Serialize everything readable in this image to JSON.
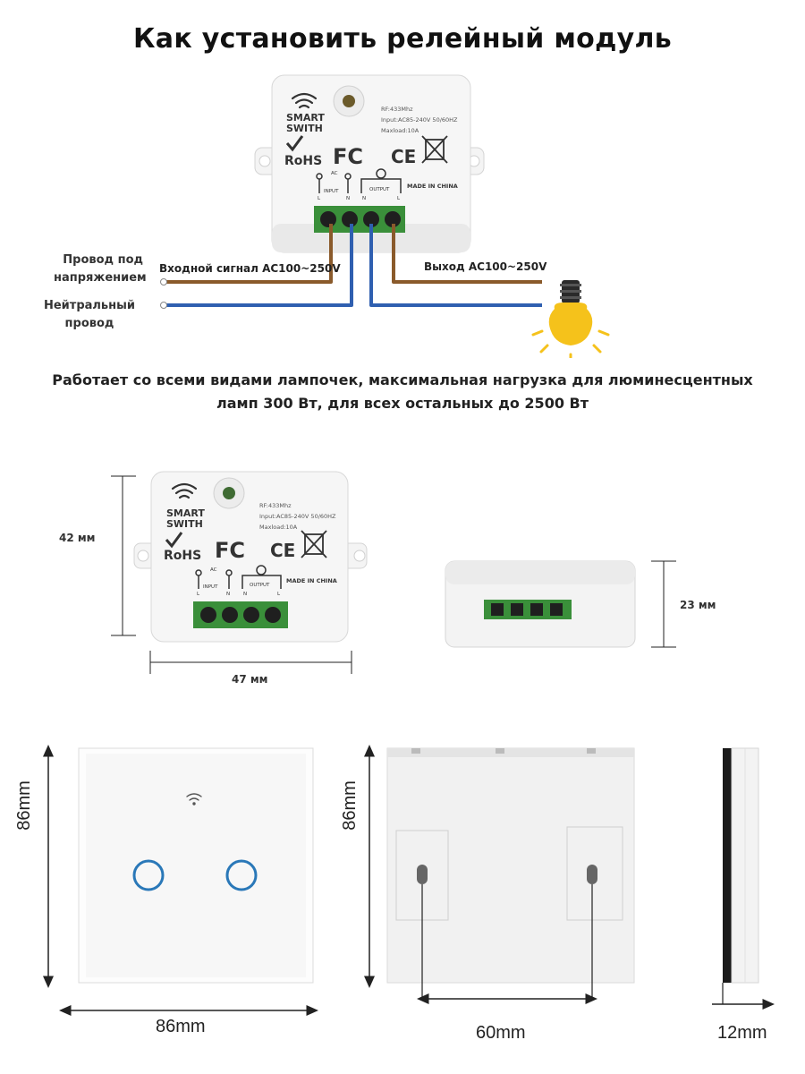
{
  "title": "Как установить релейный модуль",
  "device": {
    "brand_line1": "SMART",
    "brand_line2": "SWITH",
    "spec_rf": "RF:433Mhz",
    "spec_input": "Input:AC85-240V 50/60HZ",
    "spec_load": "Maxload:10A",
    "rohs": "RoHS",
    "fcc": "FC",
    "ce": "CE",
    "ac_label": "AC",
    "input_label": "INPUT",
    "output_label": "OUTPUT",
    "made_in": "MADE IN CHINA",
    "terminal_l": "L",
    "terminal_n": "N"
  },
  "wiring": {
    "live_label_line1": "Провод под",
    "live_label_line2": "напряжением",
    "neutral_label_line1": "Нейтральный",
    "neutral_label_line2": "провод",
    "input_signal": "Входной сигнал AC100~250V",
    "output_signal": "Выход AC100~250V"
  },
  "caption": {
    "line1": "Работает со всеми видами лампочек, максимальная нагрузка для  люминесцентных",
    "line2": "ламп 300 Вт, для всех остальных до 2500 Вт"
  },
  "dimensions": {
    "module_height": "42 мм",
    "module_width": "47 мм",
    "module_depth": "23 мм",
    "panel_height": "86mm",
    "panel_width": "86mm",
    "back_height": "86mm",
    "back_hole_spacing": "60mm",
    "side_thickness": "12mm"
  },
  "colors": {
    "live_wire": "#8a5a2b",
    "neutral_wire": "#2f5fb0",
    "terminal_green": "#3a8f3a",
    "button_ring": "#2a78b8",
    "bulb_yellow": "#f5c21b"
  }
}
